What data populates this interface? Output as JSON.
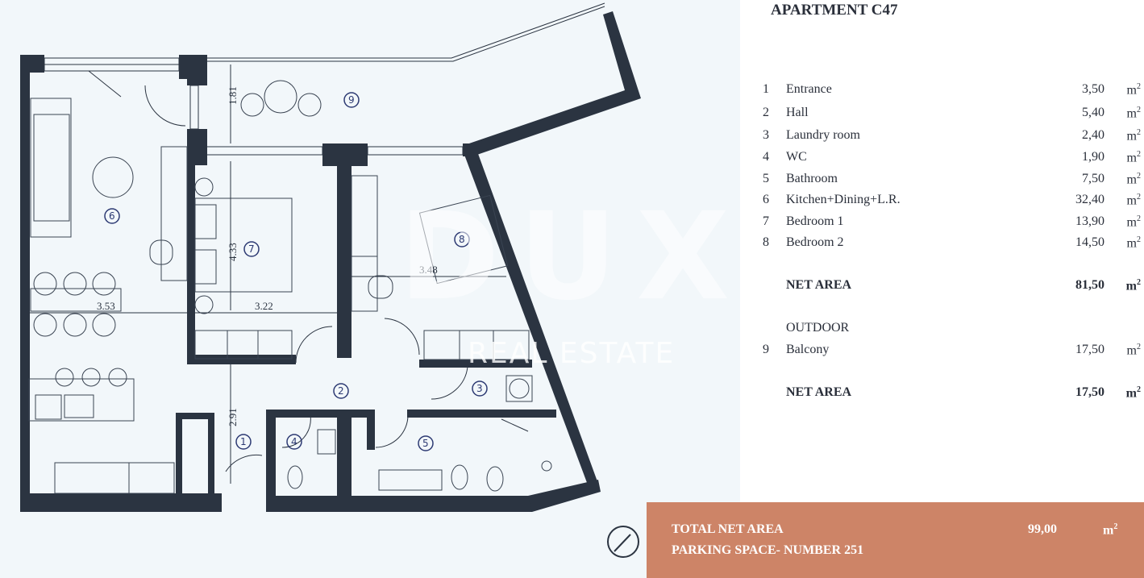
{
  "title": "APARTMENT C47",
  "watermark": {
    "main": "DUX",
    "sub": "REAL ESTATE"
  },
  "rooms": [
    {
      "num": "1",
      "name": "Entrance",
      "area": "3,50",
      "unit": "m",
      "sup": "2"
    },
    {
      "num": "2",
      "name": "Hall",
      "area": "5,40",
      "unit": "m",
      "sup": "2"
    },
    {
      "num": "3",
      "name": "Laundry room",
      "area": "2,40",
      "unit": "m",
      "sup": "2"
    },
    {
      "num": "4",
      "name": "WC",
      "area": "1,90",
      "unit": "m",
      "sup": "2"
    },
    {
      "num": "5",
      "name": "Bathroom",
      "area": "7,50",
      "unit": "m",
      "sup": "2"
    },
    {
      "num": "6",
      "name": "Kitchen+Dining+L.R.",
      "area": "32,40",
      "unit": "m",
      "sup": "2"
    },
    {
      "num": "7",
      "name": "Bedroom 1",
      "area": "13,90",
      "unit": "m",
      "sup": "2"
    },
    {
      "num": "8",
      "name": "Bedroom 2",
      "area": "14,50",
      "unit": "m",
      "sup": "2"
    }
  ],
  "net_area_1": {
    "label": "NET AREA",
    "area": "81,50",
    "unit": "m",
    "sup": "2"
  },
  "outdoor": {
    "heading": "OUTDOOR",
    "rooms": [
      {
        "num": "9",
        "name": "Balcony",
        "area": "17,50",
        "unit": "m",
        "sup": "2"
      }
    ]
  },
  "net_area_2": {
    "label": "NET AREA",
    "area": "17,50",
    "unit": "m",
    "sup": "2"
  },
  "total": {
    "label": "TOTAL NET AREA",
    "area": "99,00",
    "unit": "m",
    "sup": "2",
    "parking": "PARKING SPACE- NUMBER 251"
  },
  "plan": {
    "room_markers": [
      "1",
      "2",
      "3",
      "4",
      "5",
      "6",
      "7",
      "8",
      "9"
    ],
    "dimensions": [
      "1.81",
      "4.33",
      "3.53",
      "3.22",
      "3.48",
      "2.91"
    ]
  },
  "colors": {
    "wall": "#2b3441",
    "plan_bg": "#f2f7fa",
    "accent": "#cd8467",
    "marker": "#2d3a73"
  }
}
